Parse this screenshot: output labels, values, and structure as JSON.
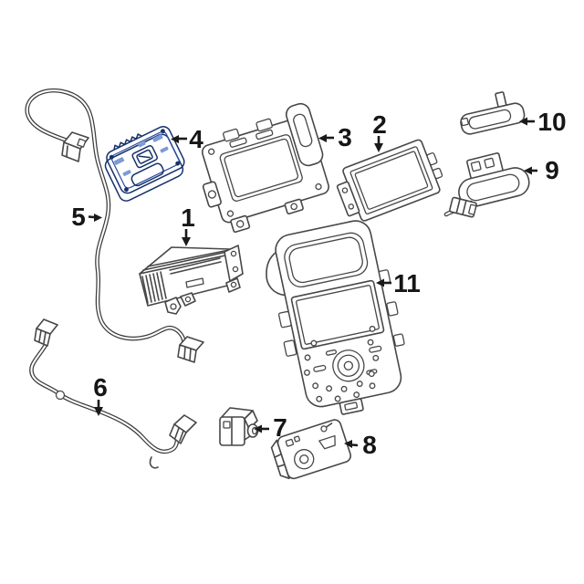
{
  "figure": {
    "type": "exploded-parts-diagram",
    "subject": "vehicle audio and display components"
  },
  "colors": {
    "background": "#ffffff",
    "diagram_lines": "#474747",
    "callout_text": "#161616",
    "highlight_fill": "#3e62b4",
    "highlight_side": "#2a4a94",
    "highlight_edge": "#15316b",
    "highlight_detail": "#7e9ad8"
  },
  "highlighted_number": "4",
  "callouts": [
    {
      "number": "1",
      "name": "radio-receiver-unit"
    },
    {
      "number": "2",
      "name": "display-screen"
    },
    {
      "number": "3",
      "name": "display-mounting-bracket"
    },
    {
      "number": "4",
      "name": "interface-module-highlighted"
    },
    {
      "number": "5",
      "name": "antenna-cable"
    },
    {
      "number": "6",
      "name": "wiring-harness"
    },
    {
      "number": "7",
      "name": "connector-plug"
    },
    {
      "number": "8",
      "name": "media-hub-panel"
    },
    {
      "number": "9",
      "name": "antenna-module-with-pigtail"
    },
    {
      "number": "10",
      "name": "module-bracket"
    },
    {
      "number": "11",
      "name": "radio-control-faceplate"
    }
  ]
}
